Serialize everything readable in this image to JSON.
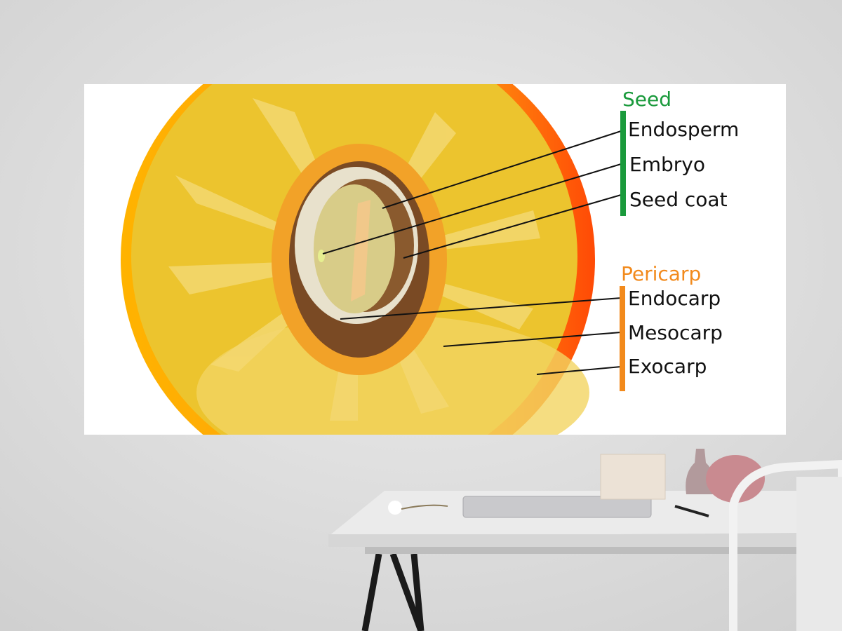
{
  "poster": {
    "seed_group": {
      "title": "Seed",
      "color": "#1a9a3c",
      "labels": [
        "Endosperm",
        "Embryo",
        "Seed coat"
      ]
    },
    "pericarp_group": {
      "title": "Pericarp",
      "color": "#f28a1c",
      "labels": [
        "Endocarp",
        "Mesocarp",
        "Exocarp"
      ]
    }
  },
  "colors": {
    "wall": "#dcdcdc",
    "poster_bg": "#ffffff",
    "flesh": "#f0cc3a",
    "skin": "#ff5a0a",
    "pit": "#7a4a24"
  }
}
